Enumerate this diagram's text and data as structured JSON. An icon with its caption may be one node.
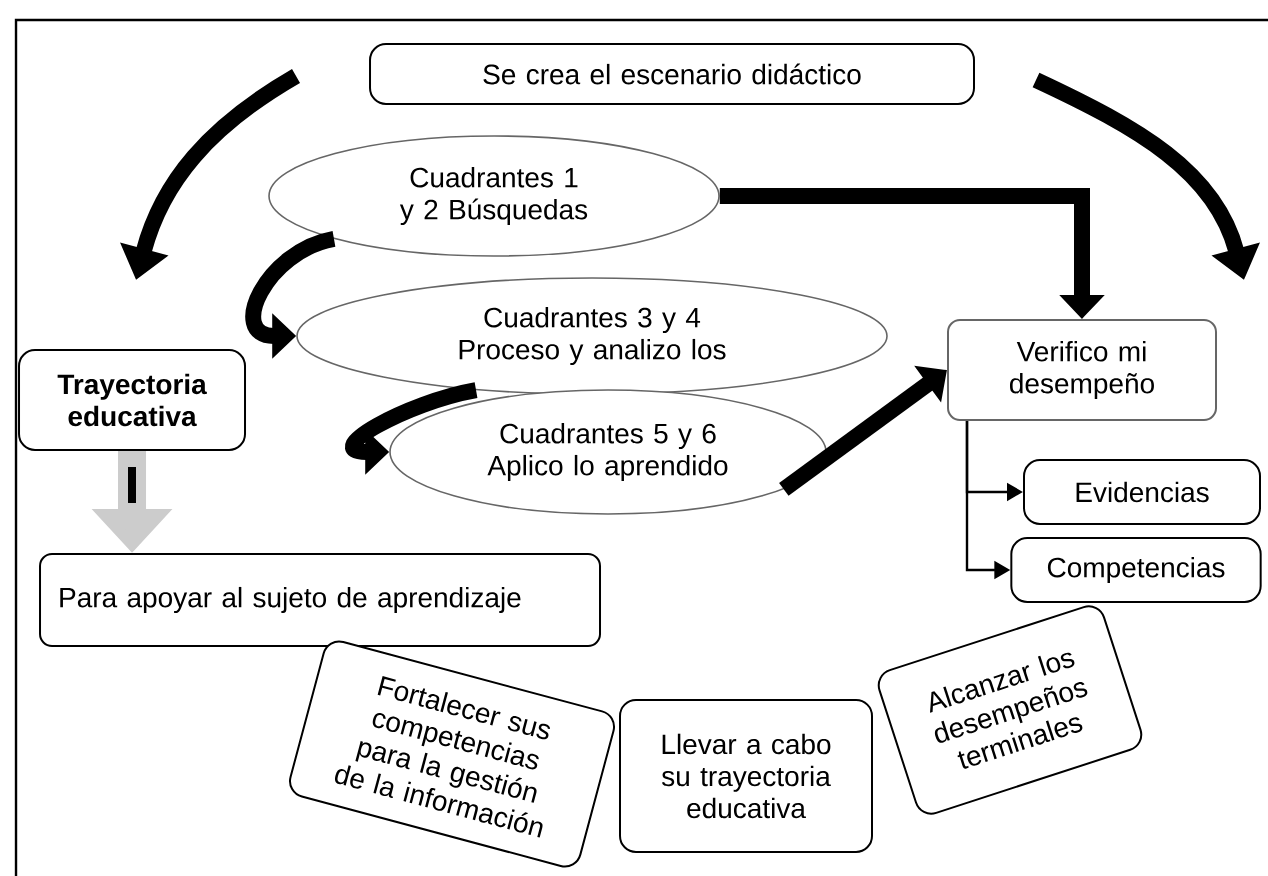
{
  "diagram": {
    "nodes": [
      {
        "text": [
          "Se crea el escenario didáctico"
        ]
      },
      {
        "text": [
          "Cuadrantes 1 y 2 Búsquedas"
        ]
      },
      {
        "text": [
          "Cuadrantes 3 y 4 Proceso y analizo los"
        ]
      },
      {
        "text": [
          "Cuadrantes 5 y 6 Aplico lo aprendido"
        ]
      },
      {
        "text": [
          "Trayectoria educativa"
        ]
      },
      {
        "text": [
          "Verifico mi desempeño"
        ]
      },
      {
        "text": [
          "Evidencias"
        ]
      },
      {
        "text": [
          "Competencias"
        ]
      },
      {
        "text": [
          "Para apoyar al sujeto de aprendizaje"
        ]
      },
      {
        "text": [
          "Fortalecer sus competencias para la gestión de la información"
        ]
      },
      {
        "text": [
          "Llevar a cabo su trayectoria educativa"
        ]
      },
      {
        "text": [
          "Alcanzar los desempeños terminales"
        ]
      }
    ],
    "edges": [
      {
        "from": 1,
        "to": 2,
        "arrow": "to"
      },
      {
        "from": 2,
        "to": 3,
        "arrow": "to"
      },
      {
        "from": 1,
        "to": 5,
        "arrow": "to"
      },
      {
        "from": 3,
        "to": 5,
        "arrow": "to"
      },
      {
        "from": 5,
        "to": 6,
        "arrow": "to"
      },
      {
        "from": 5,
        "to": 7,
        "arrow": "to"
      },
      {
        "from": 4,
        "to": 8,
        "arrow": "to",
        "color": "#cccccc"
      }
    ]
  }
}
